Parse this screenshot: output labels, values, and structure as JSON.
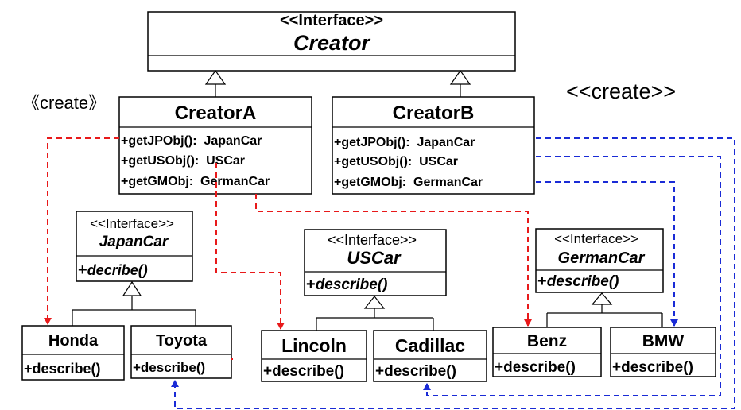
{
  "creator": {
    "stereotype": "<<Interface>>",
    "name": "Creator"
  },
  "creator_a": {
    "name": "CreatorA",
    "methods": [
      "+getJPObj():  JapanCar",
      "+getUSObj():  USCar",
      "+getGMObj:  GermanCar"
    ]
  },
  "creator_b": {
    "name": "CreatorB",
    "methods": [
      "+getJPObj():  JapanCar",
      "+getUSObj():  USCar",
      "+getGMObj:  GermanCar"
    ]
  },
  "labels": {
    "create_left": "《create》",
    "create_right": "<<create>>"
  },
  "japancar": {
    "stereotype": "<<Interface>>",
    "name": "JapanCar",
    "method_plus": "+",
    "method_name": "decribe()"
  },
  "uscar": {
    "stereotype": "<<Interface>>",
    "name": "USCar",
    "method_plus": "+",
    "method_name": "describe()"
  },
  "germancar": {
    "stereotype": "<<Interface>>",
    "name": "GermanCar",
    "method_plus": "+",
    "method_name": "describe()"
  },
  "honda": {
    "name": "Honda",
    "method": "+describe()"
  },
  "toyota": {
    "name": "Toyota",
    "method": "+describe()"
  },
  "lincoln": {
    "name": "Lincoln",
    "method": "+describe()"
  },
  "cadillac": {
    "name": "Cadillac",
    "method": "+describe()"
  },
  "benz": {
    "name": "Benz",
    "method": "+describe()"
  },
  "bmw": {
    "name": "BMW",
    "method": "+describe()"
  },
  "colors": {
    "red_dependency": "#e8191a",
    "blue_dependency": "#1a2bd6"
  }
}
